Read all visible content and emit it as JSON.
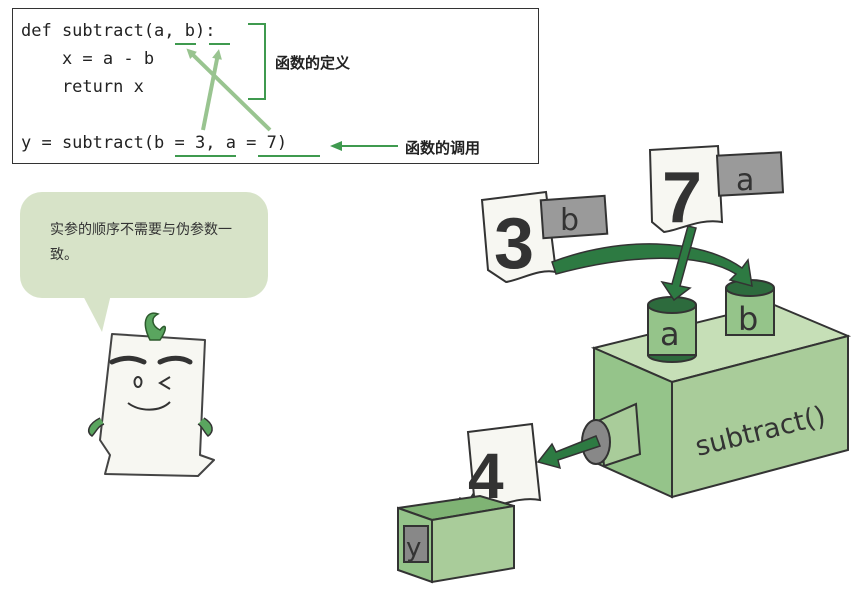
{
  "code": {
    "line1": "def subtract(a, b):",
    "line2": "    x = a - b",
    "line3": "    return x",
    "line4": "y = subtract(b = 3, a = 7)"
  },
  "labels": {
    "definition": "函数的定义",
    "call": "函数的调用"
  },
  "speech": {
    "text": "实参的顺序不需要与伪参数一致。"
  },
  "illustration": {
    "function_name": "subtract()",
    "flag_b_value": "3",
    "flag_b_name": "b",
    "flag_a_value": "7",
    "flag_a_name": "a",
    "slot_a": "a",
    "slot_b": "b",
    "result_value": "4",
    "output_name": "y"
  },
  "colors": {
    "arrow_green": "#99c490",
    "label_arrow_green": "#3f9a4f",
    "box_green": "#a9cc9a",
    "dark_green": "#2d7a42",
    "speech_bg": "#d7e3c8"
  }
}
